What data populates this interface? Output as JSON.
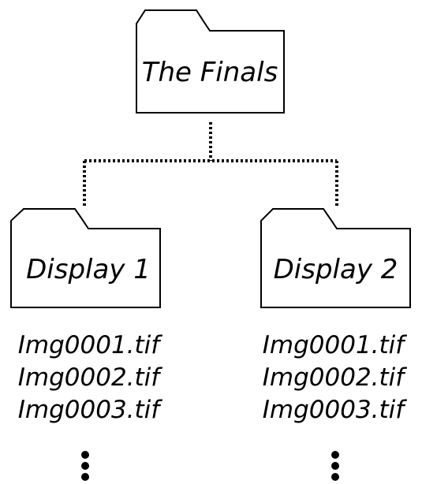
{
  "diagram": {
    "root": {
      "label": "The Finals"
    },
    "children": [
      {
        "label": "Display 1",
        "files": [
          "Img0001.tif",
          "Img0002.tif",
          "Img0003.tif"
        ]
      },
      {
        "label": "Display 2",
        "files": [
          "Img0001.tif",
          "Img0002.tif",
          "Img0003.tif"
        ]
      }
    ]
  }
}
